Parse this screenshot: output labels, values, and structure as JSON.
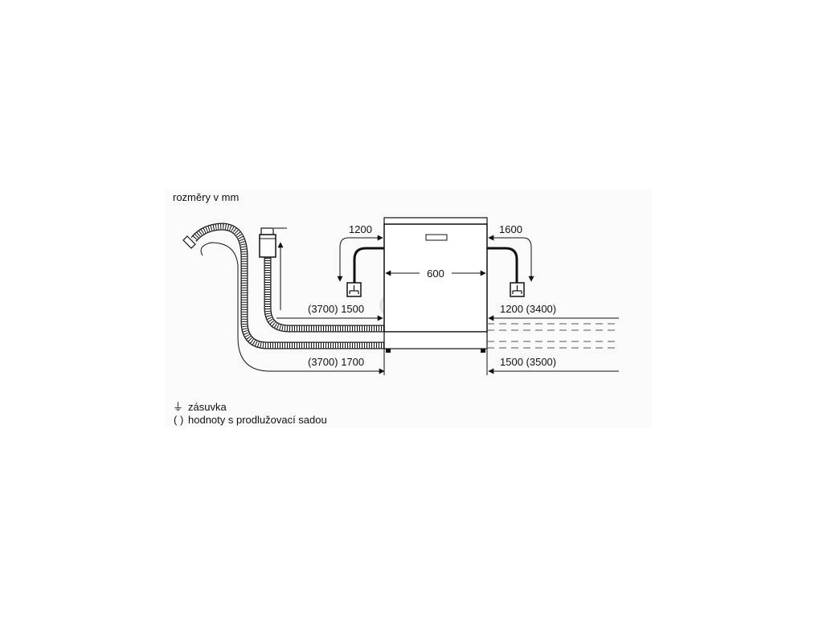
{
  "title": "rozměry v mm",
  "labels": {
    "left_top_width": "1200",
    "right_top_width": "1600",
    "center_width": "600",
    "left_upper_length": "(3700) 1500",
    "right_upper_length": "1200 (3400)",
    "left_lower_length": "(3700) 1700",
    "right_lower_length": "1500 (3500)"
  },
  "legend": {
    "socket_symbol": "⏚",
    "socket_label": "zásuvka",
    "parentheses_symbol": "( )",
    "parentheses_label": "hodnoty s prodlužovací sadou"
  },
  "watermark": {
    "word": "shop"
  },
  "colors": {
    "line": "#111111",
    "background_panel": "#fafafa",
    "watermark": "#e4e4e4"
  }
}
